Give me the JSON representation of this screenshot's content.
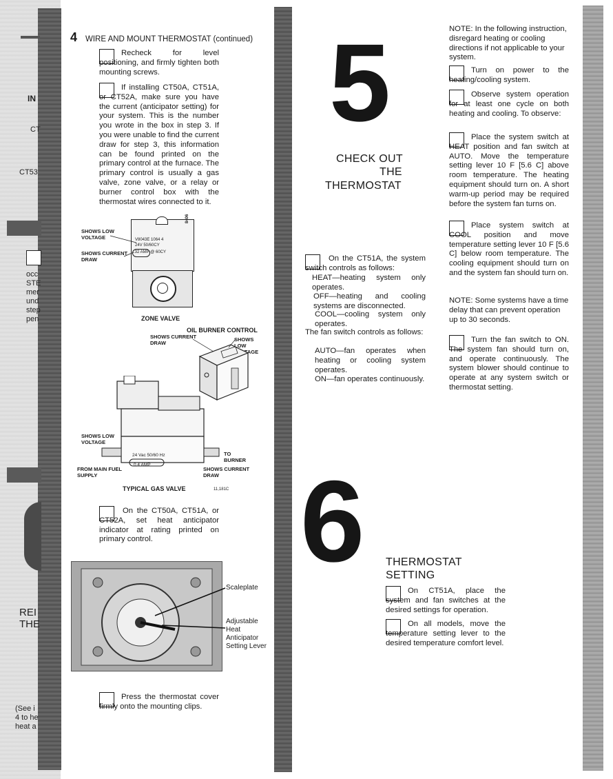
{
  "left_margin_fragments": [
    "IN",
    "CT",
    "CT53",
    "occ",
    "STE",
    "mer",
    "und",
    "step",
    "pen",
    "REI",
    "THE",
    "(See i",
    "4 to he",
    "heat a"
  ],
  "section4": {
    "number": "4",
    "title": "WIRE AND MOUNT THERMOSTAT (continued)",
    "step1": "Recheck for level positioning, and firmly tighten both mounting screws.",
    "step2": "If installing CT50A, CT51A, or CT52A, make sure you have the current (anticipator setting) for your system. This is the number you wrote in the box in step 3. If you were unable to find the current draw for step 3, this information can be found printed on the primary control at the furnace. The primary control is usually a gas valve, zone valve, or a relay or burner control box with the thermostat wires connected to it.",
    "zone_valve": {
      "label_low_voltage": "SHOWS LOW VOLTAGE",
      "label_current_draw": "SHOWS CURRENT DRAW",
      "model": "V8043E 1064 4",
      "rating": "24V 50/60CY",
      "amp": ".32 AMP @ 60CY",
      "side_code": "8406",
      "caption": "ZONE VALVE"
    },
    "oil_burner": {
      "caption": "OIL BURNER CONTROL",
      "label_current_draw": "SHOWS CURRENT DRAW",
      "label_low_voltage": "SHOWS LOW VOLTAGE"
    },
    "gas_valve": {
      "label_low_voltage": "SHOWS LOW VOLTAGE",
      "rating": "24 Vac 50/60 Hz",
      "amp": "0.4 AMP",
      "to_burner": "TO BURNER",
      "from_supply": "FROM MAIN FUEL SUPPLY",
      "label_current_draw": "SHOWS CURRENT DRAW",
      "caption": "TYPICAL GAS VALVE",
      "figure_code": "11,181C"
    },
    "step3": "On the CT50A, CT51A, or CT52A, set heat anticipator indicator at rating printed on primary control.",
    "photo": {
      "label_scaleplate": "Scaleplate",
      "label_lever": "Adjustable Heat Anticipator Setting Lever"
    },
    "step4": "Press the thermostat cover firmly onto the mounting clips."
  },
  "section5": {
    "number": "5",
    "title_line1": "CHECK OUT",
    "title_line2": "THE",
    "title_line3": "THERMOSTAT",
    "note1": "NOTE: In the following instruction, disregard heating or cooling directions if not applicable to your system.",
    "step1": "Turn on power to the heating/cooling system.",
    "step2": "Observe system operation for at least one cycle on both heating and cooling. To observe:",
    "step3": "Place the system switch at HEAT position and fan switch at AUTO. Move the temperature setting lever 10 F [5.6 C] above room temperature. The heating equipment should turn on. A short warm-up period may be required before the system fan turns on.",
    "step4": "Place system switch at COOL position and move temperature setting lever 10 F [5.6 C] below room temperature. The cooling equipment should turn on and the system fan should turn on.",
    "note2": "NOTE: Some systems have a time delay that can prevent operation up to 30 seconds.",
    "step5": "Turn the fan switch to ON. The system fan should turn on, and operate continuously. The system blower should continue to operate at any system switch or thermostat setting.",
    "ct51a_intro": "On the CT51A, the system switch controls as follows:",
    "heat": "HEAT—heating system only operates.",
    "off": "OFF—heating and cooling systems are disconnected.",
    "cool": "COOL—cooling system only operates.",
    "fan_intro": "The fan switch controls as follows:",
    "auto": "AUTO—fan operates when heating or cooling system operates.",
    "on": "ON—fan operates continuously."
  },
  "section6": {
    "number": "6",
    "title_line1": "THERMOSTAT",
    "title_line2": "SETTING",
    "step1": "On CT51A, place the system and fan switches at the desired settings for operation.",
    "step2": "On all models, move the temperature setting lever to the desired temperature comfort level."
  }
}
